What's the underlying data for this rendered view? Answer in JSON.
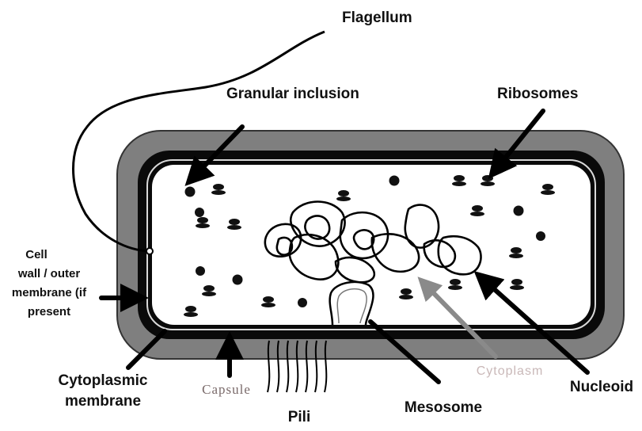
{
  "labels": {
    "flagellum": "Flagellum",
    "granular_inclusion": "Granular inclusion",
    "ribosomes": "Ribosomes",
    "cell_wall_line1": "Cell",
    "cell_wall_line2": "wall / outer",
    "cell_wall_line3": "membrane (if",
    "cell_wall_line4": "present",
    "cytoplasmic_membrane_line1": "Cytoplasmic",
    "cytoplasmic_membrane_line2": "membrane",
    "capsule": "Capsule",
    "pili": "Pili",
    "mesosome": "Mesosome",
    "cytoplasm": "Cytoplasm",
    "nucleoid": "Nucleoid"
  },
  "colors": {
    "capsule_fill": "#7f7f7f",
    "cell_wall": "#0a0a0a",
    "cytoplasm_fill": "#ffffff",
    "cytoplasm_pointer": "#8a8a8a"
  }
}
